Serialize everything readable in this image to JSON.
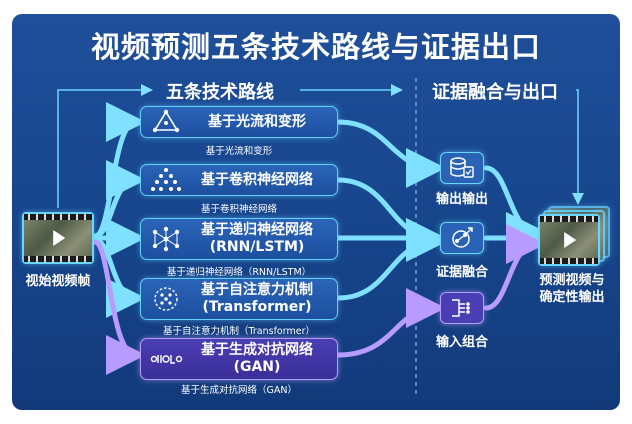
{
  "title": "视频预测五条技术路线与证据出口",
  "sections": {
    "routes": "五条技术路线",
    "evidence": "证据融合与出口"
  },
  "input_label": "视始视频帧",
  "output_label_line1": "预测视频与",
  "output_label_line2": "确定性输出",
  "routes": [
    {
      "icon": "triangle-network-icon",
      "line1": "基于光流和变形",
      "line2": "",
      "caption": "基于光流和变形"
    },
    {
      "icon": "cnn-pyramid-icon",
      "line1": "基于卷积神经网络",
      "line2": "",
      "caption": "基于卷积神经网络"
    },
    {
      "icon": "rnn-network-icon",
      "line1": "基于递归神经网络",
      "line2": "(RNN/LSTM)",
      "caption": "基于递归神经网络（RNN/LSTM）"
    },
    {
      "icon": "attention-circle-icon",
      "line1": "基于自注意力机制",
      "line2": "(Transformer)",
      "caption": "基于自注意力机制（Transformer）"
    },
    {
      "icon": "gan-icon",
      "line1": "基于生成对抗网络",
      "line2": "(GAN)",
      "caption": "基于生成对抗网络（GAN）"
    }
  ],
  "merge_nodes": [
    {
      "icon": "database-icon",
      "label": "输出输出"
    },
    {
      "icon": "fusion-icon",
      "label": "证据融合"
    },
    {
      "icon": "input-combine-icon",
      "label": "输入组合"
    }
  ],
  "colors": {
    "panel": "#17468d",
    "accent": "#5fd0ff",
    "gan_accent": "#b89bff"
  }
}
